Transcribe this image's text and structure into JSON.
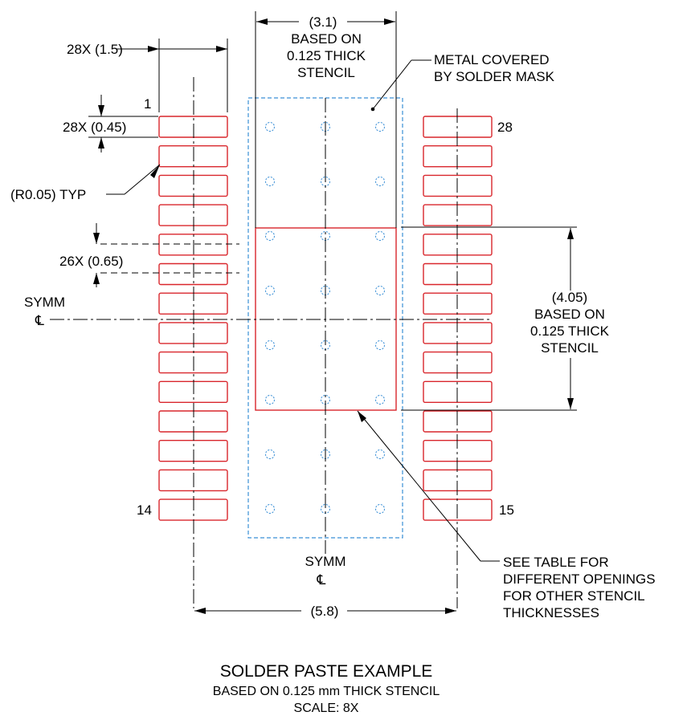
{
  "dimensions": {
    "paste_width": "(3.1)",
    "pad_length": "28X (1.5)",
    "pad_width": "28X (0.45)",
    "pitch": "26X (0.65)",
    "paste_height": "(4.05)",
    "overall_span": "(5.8)"
  },
  "notes": {
    "based_on": "BASED ON",
    "thick": "0.125 THICK",
    "stencil": "STENCIL",
    "corner_radius": "(R0.05) TYP",
    "metal_line1": "METAL COVERED",
    "metal_line2": "BY SOLDER MASK",
    "table_line1": "SEE TABLE FOR",
    "table_line2": "DIFFERENT OPENINGS",
    "table_line3": "FOR OTHER STENCIL",
    "table_line4": "THICKNESSES"
  },
  "pins": {
    "first": "1",
    "last_left": "14",
    "first_right": "15",
    "last": "28"
  },
  "symmetry": {
    "label": "SYMM",
    "symbol": "℄"
  },
  "footer": {
    "title": "SOLDER PASTE EXAMPLE",
    "subtitle": "BASED ON 0.125 mm THICK STENCIL",
    "scale": "SCALE: 8X"
  },
  "colors": {
    "pad_outline": "#d9262c",
    "solder_mask": "#3a8fd6",
    "lines": "#000000"
  }
}
